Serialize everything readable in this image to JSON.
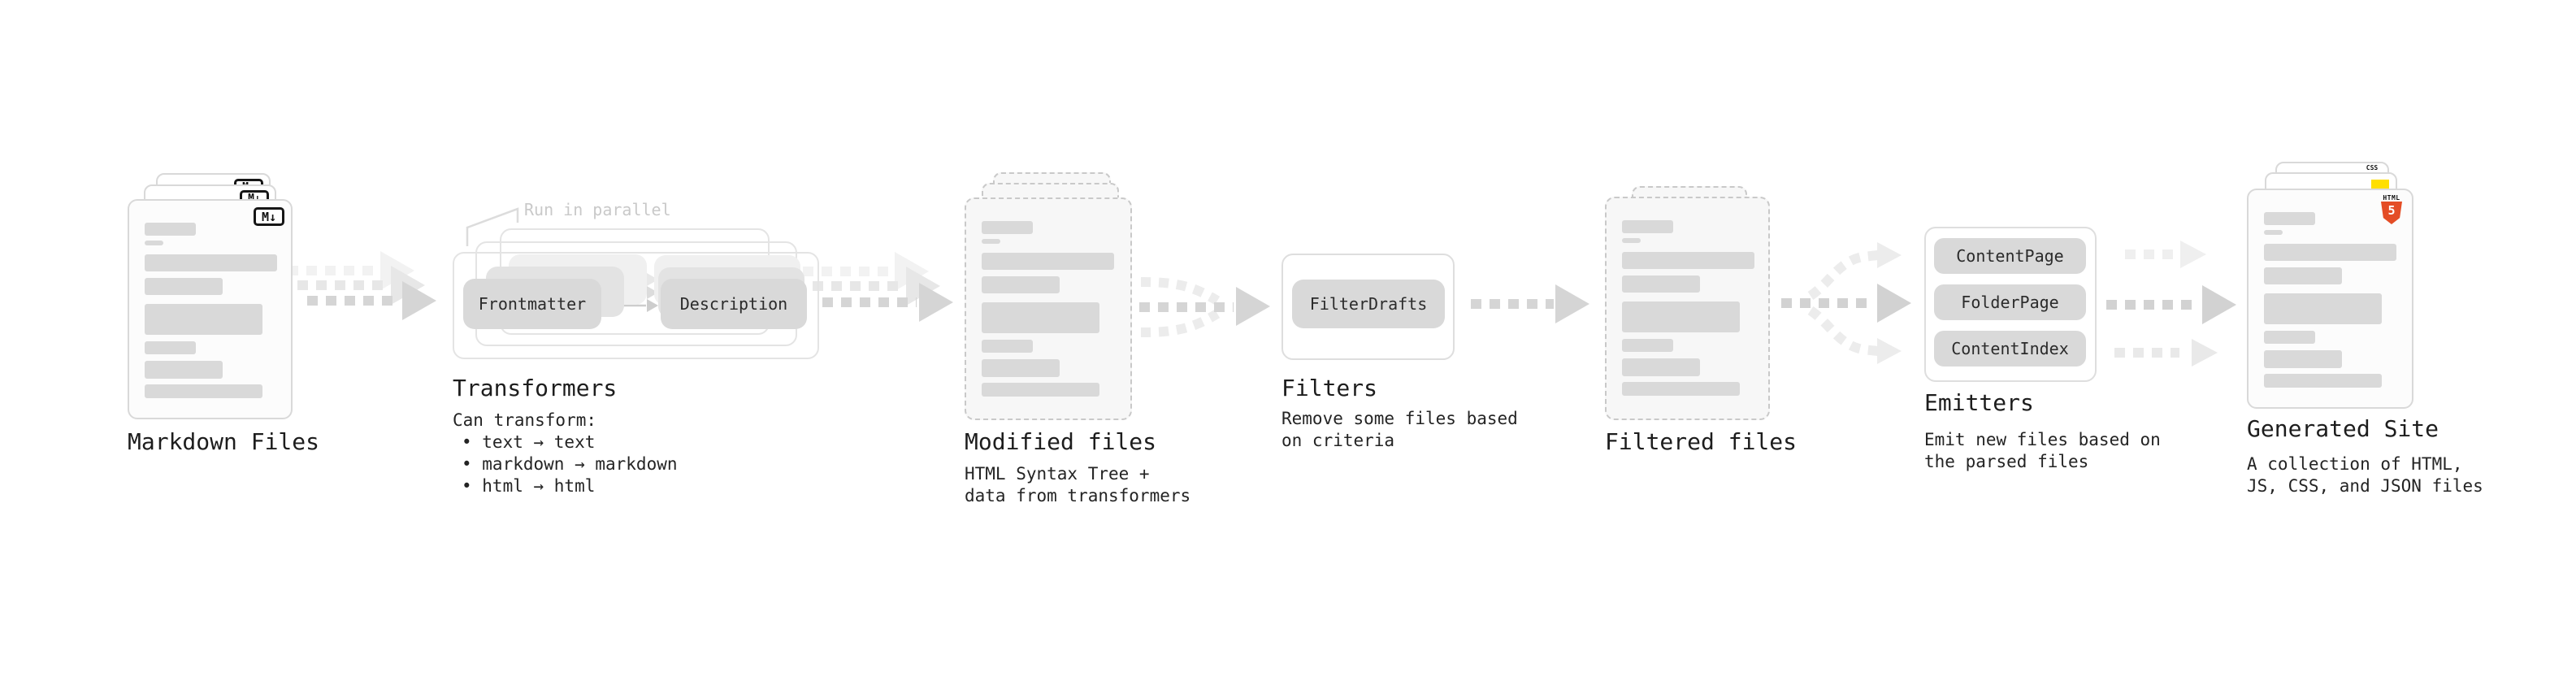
{
  "colors": {
    "background": "#ffffff",
    "bar_fill": "#d9d9d9",
    "node_fill": "#d9d9d9",
    "arrow_gray": "#d5d5d5",
    "arrow_light": "#ececec",
    "dashed_border": "#c9c9c9",
    "annotation_text": "#c9c9c9",
    "title_text": "#1d1d1d",
    "body_text": "#242424",
    "html5_orange": "#e44d26",
    "js_yellow": "#ffdf00",
    "css_blue": "#2a5ce0",
    "markdown_badge_border": "#161616"
  },
  "markdown_files": {
    "title": "Markdown Files",
    "badge": "M↓"
  },
  "transformers": {
    "title": "Transformers",
    "annotation": "Run in parallel",
    "node_a": "Frontmatter",
    "node_b": "Description",
    "desc_heading": "Can transform:",
    "bullets": [
      "• text → text",
      "• markdown → markdown",
      "• html → html"
    ]
  },
  "modified_files": {
    "title": "Modified files",
    "desc": [
      "HTML Syntax Tree +",
      "data from transformers"
    ]
  },
  "filters": {
    "title": "Filters",
    "node": "FilterDrafts",
    "desc": [
      "Remove some files based",
      "on criteria"
    ]
  },
  "filtered_files": {
    "title": "Filtered files"
  },
  "emitters": {
    "title": "Emitters",
    "nodes": [
      "ContentPage",
      "FolderPage",
      "ContentIndex"
    ],
    "desc": [
      "Emit new files based on",
      "the parsed files"
    ]
  },
  "generated_site": {
    "title": "Generated Site",
    "desc": [
      "A collection of HTML,",
      "JS, CSS, and JSON files"
    ],
    "badges": {
      "css": "CSS",
      "html_label": "HTML",
      "html_number": "5"
    }
  }
}
